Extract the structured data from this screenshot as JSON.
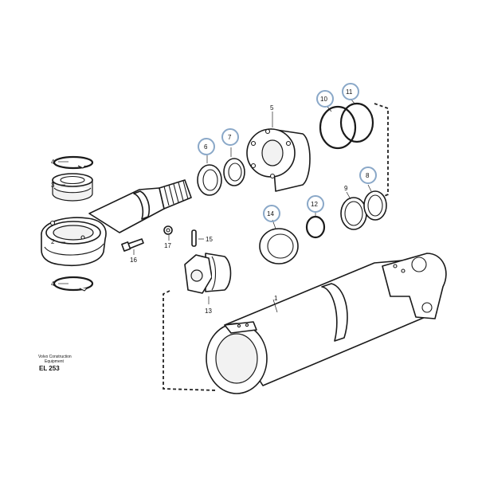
{
  "caption": {
    "brand_line1": "Volvo Construction",
    "brand_line2": "Equipment",
    "code": "EL 253"
  },
  "parts": [
    {
      "number": "1",
      "highlighted": false
    },
    {
      "number": "2",
      "highlighted": false
    },
    {
      "number": "3",
      "highlighted": false
    },
    {
      "number": "4",
      "highlighted": false
    },
    {
      "number": "4",
      "highlighted": false
    },
    {
      "number": "5",
      "highlighted": false
    },
    {
      "number": "6",
      "highlighted": true
    },
    {
      "number": "7",
      "highlighted": true
    },
    {
      "number": "8",
      "highlighted": true
    },
    {
      "number": "9",
      "highlighted": false
    },
    {
      "number": "10",
      "highlighted": true
    },
    {
      "number": "11",
      "highlighted": true
    },
    {
      "number": "12",
      "highlighted": true
    },
    {
      "number": "13",
      "highlighted": false
    },
    {
      "number": "14",
      "highlighted": true
    },
    {
      "number": "15",
      "highlighted": false
    },
    {
      "number": "16",
      "highlighted": false
    },
    {
      "number": "17",
      "highlighted": false
    }
  ],
  "colors": {
    "callout_highlight": "#8aa8c8",
    "line": "#1a1a1a",
    "background": "#ffffff"
  }
}
